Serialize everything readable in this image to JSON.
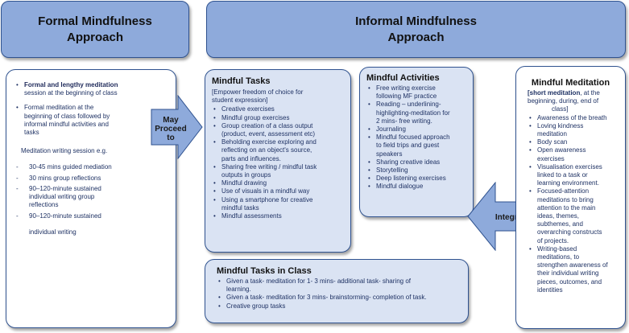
{
  "headers": {
    "formal": [
      "Formal Mindfulness",
      "Approach"
    ],
    "informal": [
      "Informal Mindfulness",
      "Approach"
    ]
  },
  "formal_box": {
    "bullet1_bold": "Formal and lengthy meditation",
    "bullet1_rest": "session at the beginning of class",
    "bullet2": [
      "Formal meditation at the",
      "beginning of class followed by",
      "informal mindful activities and",
      "tasks"
    ],
    "intro": "Meditation writing session e.g.",
    "dash_items": [
      [
        "30-45 mins guided mediation"
      ],
      [
        "30 mins group reflections"
      ],
      [
        "90–120-minute sustained",
        "individual writing group",
        "reflections"
      ],
      [
        "90–120-minute sustained",
        "individual writing"
      ]
    ]
  },
  "arrows": {
    "proceed": [
      "May",
      "Proceed",
      "to"
    ],
    "integrated": "Integrated"
  },
  "mindful_tasks": {
    "title": "Mindful Tasks",
    "subtitle": [
      "[Empower freedom of choice for",
      "student expression]"
    ],
    "items": [
      [
        "Creative exercises"
      ],
      [
        "Mindful group exercises"
      ],
      [
        "Group creation of a class output",
        "(product, event, assessment etc)"
      ],
      [
        "Beholding exercise exploring and",
        "reflecting on an object's source,",
        "parts and influences."
      ],
      [
        "Sharing free writing / mindful task",
        "outputs in groups"
      ],
      [
        "Mindful drawing"
      ],
      [
        "Use of visuals in a mindful way"
      ],
      [
        "Using a smartphone for creative",
        "mindful tasks"
      ],
      [
        " Mindful assessments"
      ]
    ]
  },
  "mindful_activities": {
    "title": "Mindful Activities",
    "items": [
      [
        "Free writing exercise",
        "following MF practice"
      ],
      [
        "Reading – underlining-",
        "highlighting-meditation for",
        "2 mins- free writing."
      ],
      [
        "Journaling"
      ],
      [
        "Mindful focused approach",
        "to field trips and guest",
        "speakers"
      ],
      [
        "Sharing creative ideas"
      ],
      [
        "Storytelling"
      ],
      [
        "Deep listening exercises"
      ],
      [
        "Mindful dialogue"
      ]
    ]
  },
  "mindful_meditation": {
    "title": "Mindful Meditation",
    "subtitle_bold": "[short meditation",
    "subtitle_rest": ", at the",
    "subtitle_lines": [
      "beginning, during, end of",
      "class]"
    ],
    "items": [
      [
        "Awareness of the breath"
      ],
      [
        "Loving kindness",
        "meditation"
      ],
      [
        "Body scan"
      ],
      [
        "Open awareness",
        "exercises"
      ],
      [
        "Visualisation exercises",
        "linked to a task or",
        "learning environment."
      ],
      [
        "Focused-attention",
        "meditations to bring",
        "attention to the main",
        "ideas, themes,",
        "subthemes, and",
        "overarching constructs",
        "of projects."
      ],
      [
        "Writing-based",
        "meditations, to",
        "strengthen awareness of",
        "their individual writing",
        "pieces, outcomes, and",
        "identities"
      ]
    ]
  },
  "tasks_in_class": {
    "title": "Mindful Tasks in Class",
    "items": [
      [
        "Given a task- meditation for 1- 3 mins- additional task- sharing of",
        "learning."
      ],
      [
        "Given a task- meditation for 3 mins- brainstorming- completion of task."
      ],
      [
        "Creative group tasks"
      ]
    ]
  },
  "colors": {
    "header_fill": "#8eaadb",
    "light_fill": "#dae3f3",
    "border": "#2f528f",
    "arrow_fill": "#8eaadb"
  }
}
